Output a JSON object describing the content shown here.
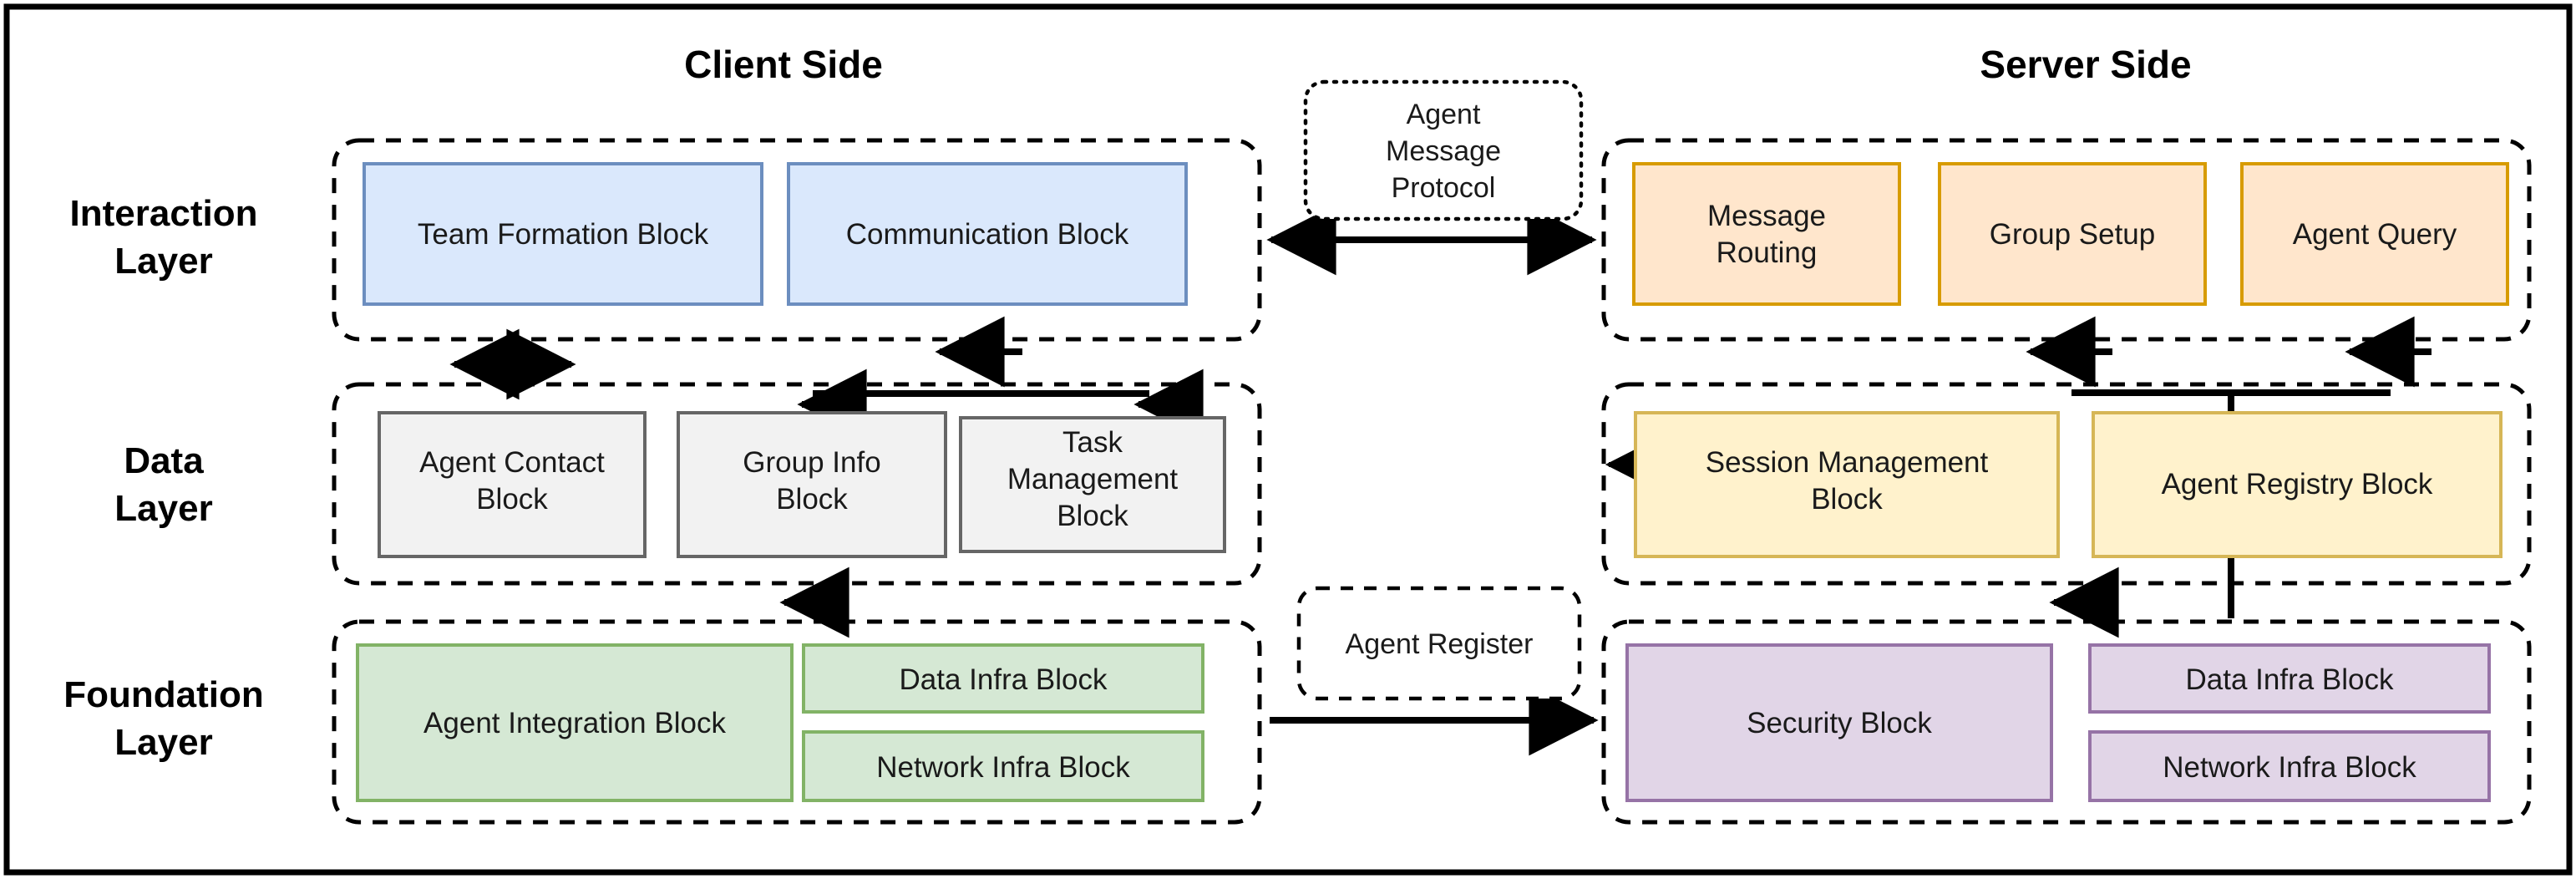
{
  "diagram": {
    "title_left": "Client Side",
    "title_right": "Server Side",
    "layers": [
      {
        "id": "interaction",
        "label_line1": "Interaction",
        "label_line2": "Layer"
      },
      {
        "id": "data",
        "label_line1": "Data",
        "label_line2": "Layer"
      },
      {
        "id": "foundation",
        "label_line1": "Foundation",
        "label_line2": "Layer"
      }
    ],
    "connectors": {
      "agent_message_protocol": {
        "line1": "Agent",
        "line2": "Message",
        "line3": "Protocol"
      },
      "agent_register": {
        "line1": "Agent Register"
      }
    },
    "client": {
      "interaction": [
        {
          "id": "team-formation-block",
          "label": "Team Formation Block"
        },
        {
          "id": "communication-block",
          "label": "Communication Block"
        }
      ],
      "data": [
        {
          "id": "agent-contact-block",
          "line1": "Agent Contact",
          "line2": "Block"
        },
        {
          "id": "group-info-block",
          "line1": "Group Info",
          "line2": "Block"
        },
        {
          "id": "task-management-block",
          "line1": "Task",
          "line2": "Management",
          "line3": "Block"
        }
      ],
      "foundation": [
        {
          "id": "agent-integration-block",
          "label": "Agent Integration Block"
        },
        {
          "id": "data-infra-block",
          "label": "Data Infra Block"
        },
        {
          "id": "network-infra-block",
          "label": "Network Infra Block"
        }
      ]
    },
    "server": {
      "interaction": [
        {
          "id": "message-routing",
          "line1": "Message",
          "line2": "Routing"
        },
        {
          "id": "group-setup",
          "label": "Group Setup"
        },
        {
          "id": "agent-query",
          "label": "Agent Query"
        }
      ],
      "data": [
        {
          "id": "session-management-block",
          "line1": "Session Management",
          "line2": "Block"
        },
        {
          "id": "agent-registry-block",
          "label": "Agent Registry Block"
        }
      ],
      "foundation": [
        {
          "id": "security-block",
          "label": "Security Block"
        },
        {
          "id": "data-infra-block",
          "label": "Data Infra Block"
        },
        {
          "id": "network-infra-block",
          "label": "Network Infra Block"
        }
      ]
    },
    "colors": {
      "blue_fill": "#dae8fc",
      "blue_stroke": "#6c8ebf",
      "gray_fill": "#f2f2f2",
      "gray_stroke": "#666666",
      "green_fill": "#d5e8d4",
      "green_stroke": "#82b366",
      "orange_fill": "#ffe6cc",
      "orange_stroke": "#d79b00",
      "yellow_fill": "#fff2cc",
      "yellow_stroke": "#d6b656",
      "purple_fill": "#e1d5e7",
      "purple_stroke": "#9673a6",
      "line": "#000000",
      "frame": "#000000"
    }
  }
}
